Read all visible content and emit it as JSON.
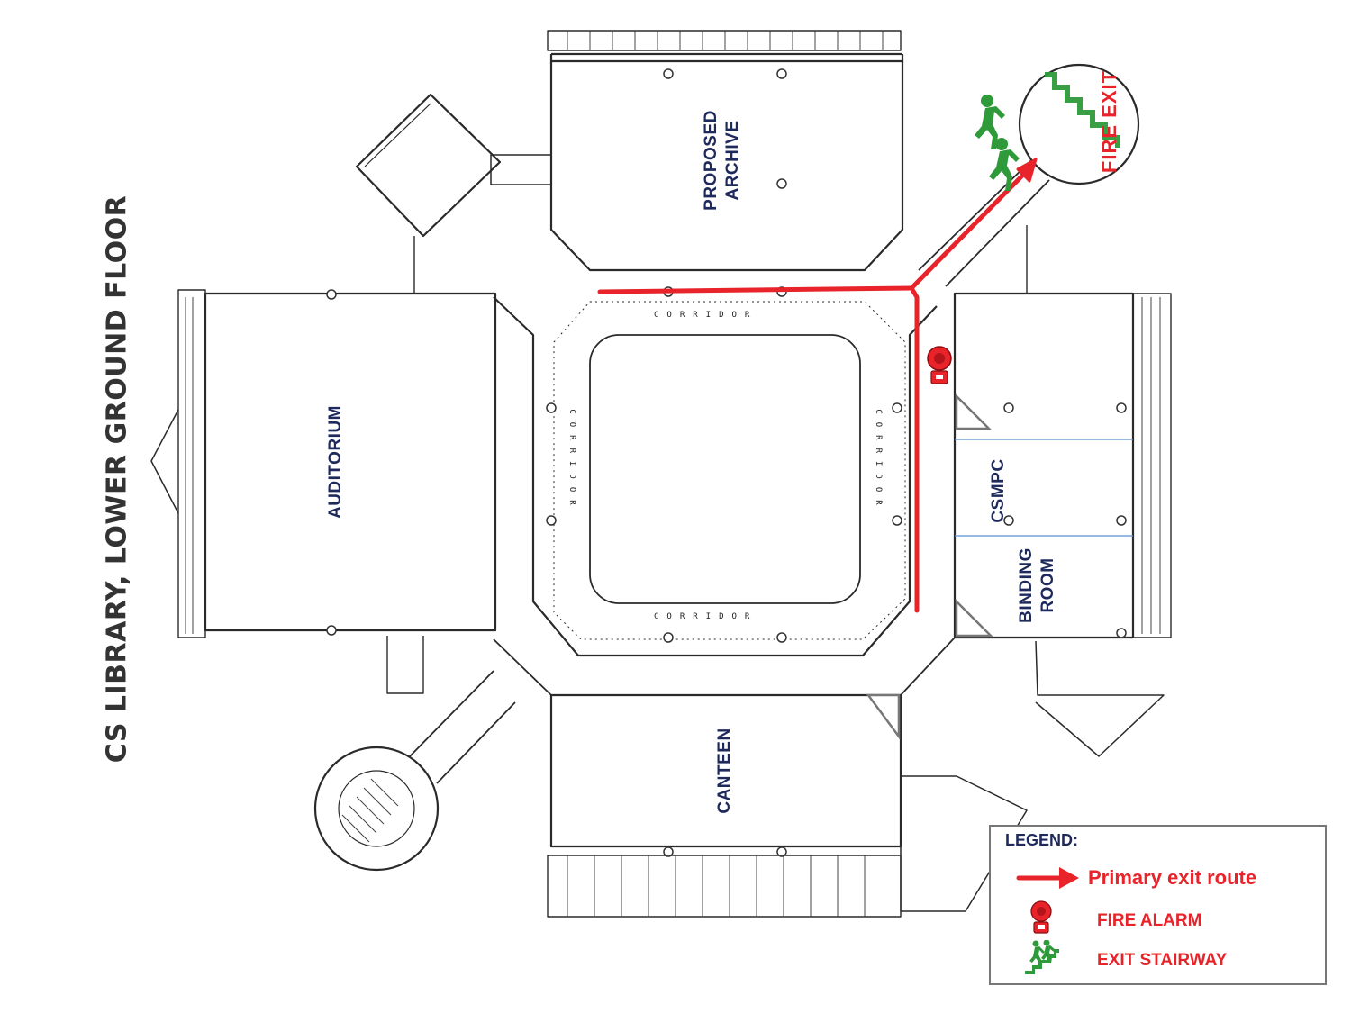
{
  "title": "CS LIBRARY, LOWER GROUND FLOOR",
  "rooms": {
    "proposed_archive": "PROPOSED\nARCHIVE",
    "auditorium": "AUDITORIUM",
    "csmpc": "CSMPC",
    "binding_room": "BINDING\nROOM",
    "canteen": "CANTEEN"
  },
  "corridor_label": "CORRIDOR",
  "fire_exit_label": "FIRE EXIT",
  "legend": {
    "title": "LEGEND:",
    "items": [
      {
        "icon": "red-arrow-icon",
        "label": "Primary exit route"
      },
      {
        "icon": "fire-alarm-icon",
        "label": "FIRE ALARM"
      },
      {
        "icon": "exit-stairway-icon",
        "label": "EXIT STAIRWAY"
      }
    ]
  },
  "colors": {
    "route": "#e8232a",
    "room_label": "#1f2a5c",
    "exit_icon": "#2e9a3a",
    "walls": "#2a2a2a",
    "partition": "#5b8fd0"
  }
}
